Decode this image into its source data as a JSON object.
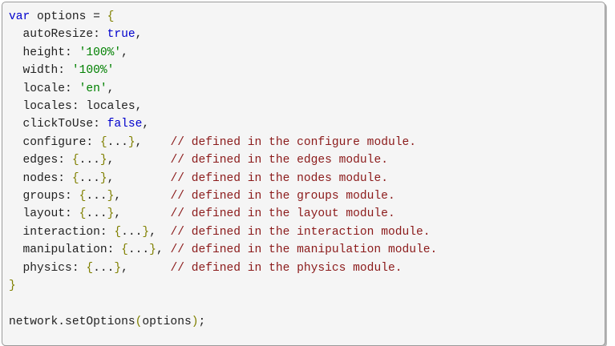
{
  "code_block": {
    "language": "javascript",
    "background_color": "#f5f5f5",
    "border_color": "#9a9a9a",
    "colors": {
      "keyword": "#0000cd",
      "string": "#008000",
      "comment": "#8b1a1a",
      "brace": "#808000",
      "plain": "#222222"
    },
    "lines": [
      {
        "index": 0,
        "text": "var options = {",
        "tokens": [
          {
            "t": "var",
            "c": "kw"
          },
          {
            "t": " options = ",
            "c": "plain"
          },
          {
            "t": "{",
            "c": "brace"
          }
        ]
      },
      {
        "index": 1,
        "text": "  autoResize: true,",
        "tokens": [
          {
            "t": "  autoResize: ",
            "c": "plain"
          },
          {
            "t": "true",
            "c": "kw"
          },
          {
            "t": ",",
            "c": "plain"
          }
        ]
      },
      {
        "index": 2,
        "text": "  height: '100%',",
        "tokens": [
          {
            "t": "  height: ",
            "c": "plain"
          },
          {
            "t": "'100%'",
            "c": "str"
          },
          {
            "t": ",",
            "c": "plain"
          }
        ]
      },
      {
        "index": 3,
        "text": "  width: '100%'",
        "tokens": [
          {
            "t": "  width: ",
            "c": "plain"
          },
          {
            "t": "'100%'",
            "c": "str"
          }
        ]
      },
      {
        "index": 4,
        "text": "  locale: 'en',",
        "tokens": [
          {
            "t": "  locale: ",
            "c": "plain"
          },
          {
            "t": "'en'",
            "c": "str"
          },
          {
            "t": ",",
            "c": "plain"
          }
        ]
      },
      {
        "index": 5,
        "text": "  locales: locales,",
        "tokens": [
          {
            "t": "  locales: locales,",
            "c": "plain"
          }
        ]
      },
      {
        "index": 6,
        "text": "  clickToUse: false,",
        "tokens": [
          {
            "t": "  clickToUse: ",
            "c": "plain"
          },
          {
            "t": "false",
            "c": "kw"
          },
          {
            "t": ",",
            "c": "plain"
          }
        ]
      },
      {
        "index": 7,
        "text": "  configure: {...},    // defined in the configure module.",
        "tokens": [
          {
            "t": "  configure: ",
            "c": "plain"
          },
          {
            "t": "{",
            "c": "brace"
          },
          {
            "t": "...",
            "c": "plain"
          },
          {
            "t": "}",
            "c": "brace"
          },
          {
            "t": ",    ",
            "c": "plain"
          },
          {
            "t": "// defined in the configure module.",
            "c": "com"
          }
        ]
      },
      {
        "index": 8,
        "text": "  edges: {...},        // defined in the edges module.",
        "tokens": [
          {
            "t": "  edges: ",
            "c": "plain"
          },
          {
            "t": "{",
            "c": "brace"
          },
          {
            "t": "...",
            "c": "plain"
          },
          {
            "t": "}",
            "c": "brace"
          },
          {
            "t": ",        ",
            "c": "plain"
          },
          {
            "t": "// defined in the edges module.",
            "c": "com"
          }
        ]
      },
      {
        "index": 9,
        "text": "  nodes: {...},        // defined in the nodes module.",
        "tokens": [
          {
            "t": "  nodes: ",
            "c": "plain"
          },
          {
            "t": "{",
            "c": "brace"
          },
          {
            "t": "...",
            "c": "plain"
          },
          {
            "t": "}",
            "c": "brace"
          },
          {
            "t": ",        ",
            "c": "plain"
          },
          {
            "t": "// defined in the nodes module.",
            "c": "com"
          }
        ]
      },
      {
        "index": 10,
        "text": "  groups: {...},       // defined in the groups module.",
        "tokens": [
          {
            "t": "  groups: ",
            "c": "plain"
          },
          {
            "t": "{",
            "c": "brace"
          },
          {
            "t": "...",
            "c": "plain"
          },
          {
            "t": "}",
            "c": "brace"
          },
          {
            "t": ",       ",
            "c": "plain"
          },
          {
            "t": "// defined in the groups module.",
            "c": "com"
          }
        ]
      },
      {
        "index": 11,
        "text": "  layout: {...},       // defined in the layout module.",
        "tokens": [
          {
            "t": "  layout: ",
            "c": "plain"
          },
          {
            "t": "{",
            "c": "brace"
          },
          {
            "t": "...",
            "c": "plain"
          },
          {
            "t": "}",
            "c": "brace"
          },
          {
            "t": ",       ",
            "c": "plain"
          },
          {
            "t": "// defined in the layout module.",
            "c": "com"
          }
        ]
      },
      {
        "index": 12,
        "text": "  interaction: {...},  // defined in the interaction module.",
        "tokens": [
          {
            "t": "  interaction: ",
            "c": "plain"
          },
          {
            "t": "{",
            "c": "brace"
          },
          {
            "t": "...",
            "c": "plain"
          },
          {
            "t": "}",
            "c": "brace"
          },
          {
            "t": ",  ",
            "c": "plain"
          },
          {
            "t": "// defined in the interaction module.",
            "c": "com"
          }
        ]
      },
      {
        "index": 13,
        "text": "  manipulation: {...}, // defined in the manipulation module.",
        "tokens": [
          {
            "t": "  manipulation: ",
            "c": "plain"
          },
          {
            "t": "{",
            "c": "brace"
          },
          {
            "t": "...",
            "c": "plain"
          },
          {
            "t": "}",
            "c": "brace"
          },
          {
            "t": ", ",
            "c": "plain"
          },
          {
            "t": "// defined in the manipulation module.",
            "c": "com"
          }
        ]
      },
      {
        "index": 14,
        "text": "  physics: {...},      // defined in the physics module.",
        "tokens": [
          {
            "t": "  physics: ",
            "c": "plain"
          },
          {
            "t": "{",
            "c": "brace"
          },
          {
            "t": "...",
            "c": "plain"
          },
          {
            "t": "}",
            "c": "brace"
          },
          {
            "t": ",      ",
            "c": "plain"
          },
          {
            "t": "// defined in the physics module.",
            "c": "com"
          }
        ]
      },
      {
        "index": 15,
        "text": "}",
        "tokens": [
          {
            "t": "}",
            "c": "brace"
          }
        ]
      },
      {
        "index": 16,
        "text": "",
        "tokens": []
      },
      {
        "index": 17,
        "text": "network.setOptions(options);",
        "tokens": [
          {
            "t": "network.setOptions",
            "c": "plain"
          },
          {
            "t": "(",
            "c": "brace"
          },
          {
            "t": "options",
            "c": "plain"
          },
          {
            "t": ")",
            "c": "brace"
          },
          {
            "t": ";",
            "c": "plain"
          }
        ]
      }
    ]
  }
}
